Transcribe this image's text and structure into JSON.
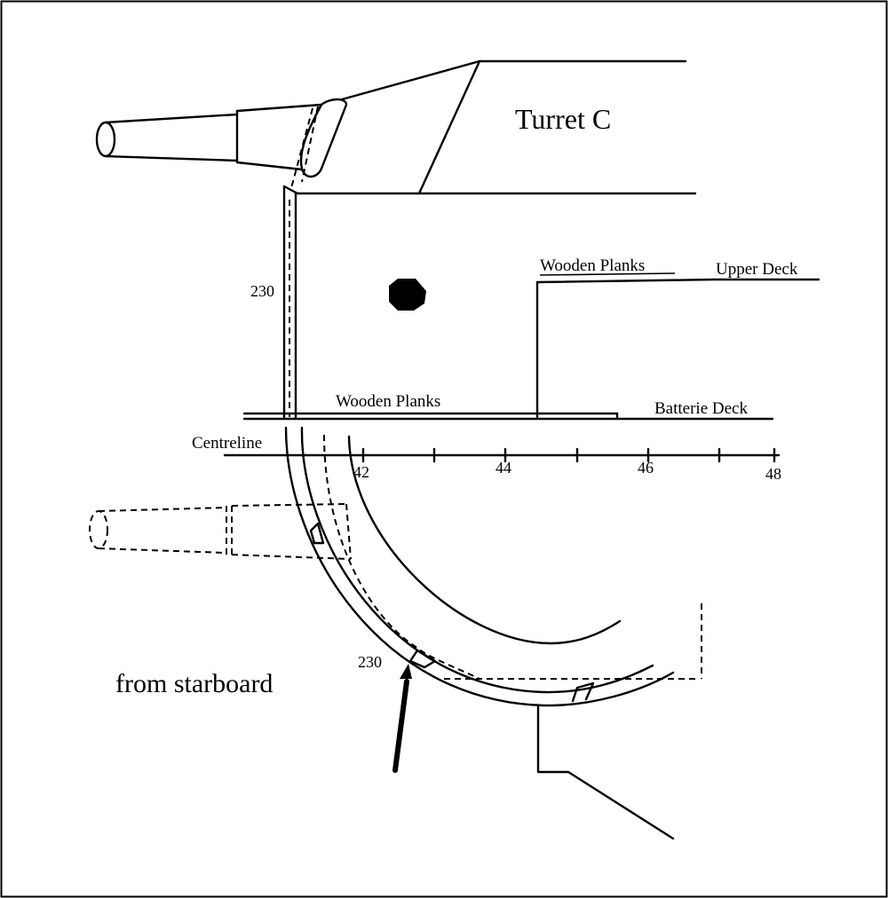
{
  "labels": {
    "turret_title": "Turret C",
    "wooden_planks_upper": "Wooden Planks",
    "upper_deck": "Upper Deck",
    "wooden_planks_lower": "Wooden Planks",
    "batterie_deck": "Batterie Deck",
    "centreline": "Centreline",
    "frame_230_top": "230",
    "frame_230_bottom": "230",
    "view_caption": "from starboard"
  },
  "scale_ticks": [
    "42",
    "44",
    "46",
    "48"
  ],
  "colors": {
    "ink": "#000000",
    "background": "#ffffff"
  }
}
